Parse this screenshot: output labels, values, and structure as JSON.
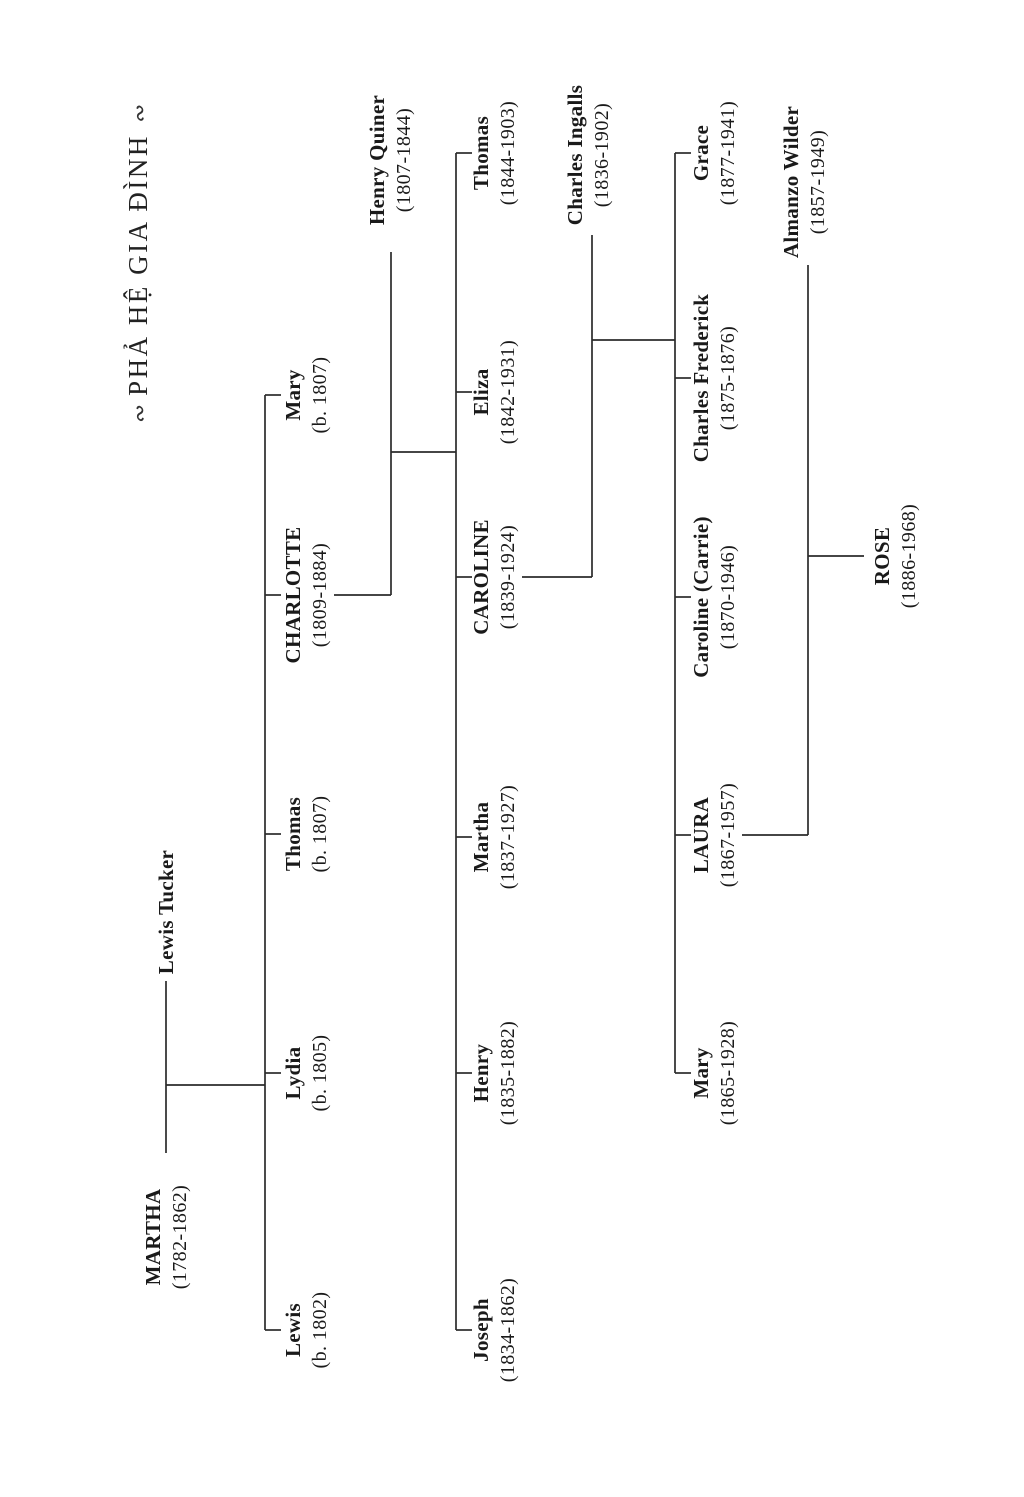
{
  "title": {
    "text": "PHẢ HỆ GIA ĐÌNH",
    "left_ornament": "∾",
    "right_ornament": "∾"
  },
  "colors": {
    "background": "#ffffff",
    "text": "#1a1a1a",
    "line": "#2b2b2b"
  },
  "people": {
    "martha": {
      "name": "MARTHA",
      "dates": "(1782-1862)"
    },
    "lewisTucker": {
      "name": "Lewis Tucker",
      "dates": ""
    },
    "lewis": {
      "name": "Lewis",
      "dates": "(b. 1802)"
    },
    "lydia": {
      "name": "Lydia",
      "dates": "(b. 1805)"
    },
    "thomasG2": {
      "name": "Thomas",
      "dates": "(b. 1807)"
    },
    "charlotte": {
      "name": "CHARLOTTE",
      "dates": "(1809-1884)"
    },
    "maryG2": {
      "name": "Mary",
      "dates": "(b. 1807)"
    },
    "henryQuiner": {
      "name": "Henry Quiner",
      "dates": "(1807-1844)"
    },
    "joseph": {
      "name": "Joseph",
      "dates": "(1834-1862)"
    },
    "henry": {
      "name": "Henry",
      "dates": "(1835-1882)"
    },
    "marthaG3": {
      "name": "Martha",
      "dates": "(1837-1927)"
    },
    "caroline": {
      "name": "CAROLINE",
      "dates": "(1839-1924)"
    },
    "eliza": {
      "name": "Eliza",
      "dates": "(1842-1931)"
    },
    "thomasG3": {
      "name": "Thomas",
      "dates": "(1844-1903)"
    },
    "charlesIngalls": {
      "name": "Charles Ingalls",
      "dates": "(1836-1902)"
    },
    "maryG4": {
      "name": "Mary",
      "dates": "(1865-1928)"
    },
    "laura": {
      "name": "LAURA",
      "dates": "(1867-1957)"
    },
    "carrie": {
      "name": "Caroline (Carrie)",
      "dates": "(1870-1946)"
    },
    "charlesFrederick": {
      "name": "Charles Frederick",
      "dates": "(1875-1876)"
    },
    "grace": {
      "name": "Grace",
      "dates": "(1877-1941)"
    },
    "almanzo": {
      "name": "Almanzo Wilder",
      "dates": "(1857-1949)"
    },
    "rose": {
      "name": "ROSE",
      "dates": "(1886-1968)"
    }
  },
  "tree": {
    "marriages": [
      {
        "spouse_a": "MARTHA",
        "spouse_b": "Lewis Tucker",
        "children": [
          "Lewis",
          "Lydia",
          "Thomas",
          "CHARLOTTE",
          "Mary"
        ]
      },
      {
        "spouse_a": "CHARLOTTE",
        "spouse_b": "Henry Quiner",
        "children": [
          "Joseph",
          "Henry",
          "Martha",
          "CAROLINE",
          "Eliza",
          "Thomas"
        ]
      },
      {
        "spouse_a": "CAROLINE",
        "spouse_b": "Charles Ingalls",
        "children": [
          "Mary",
          "LAURA",
          "Caroline (Carrie)",
          "Charles Frederick",
          "Grace"
        ]
      },
      {
        "spouse_a": "LAURA",
        "spouse_b": "Almanzo Wilder",
        "children": [
          "ROSE"
        ]
      }
    ]
  }
}
